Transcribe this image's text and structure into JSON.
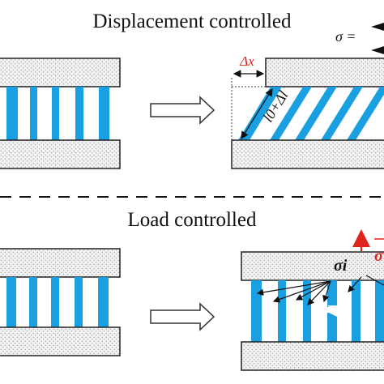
{
  "sections": {
    "top_title": "Displacement controlled",
    "bottom_title": "Load controlled"
  },
  "annotations": {
    "delta_x": "Δx",
    "length": "l0+Δl",
    "sigma_vec": "σ =",
    "sigma_i": "σi"
  },
  "colors": {
    "fiber": "#1aa0e0",
    "plate_fill": "#e9e9e9",
    "plate_stroke": "#222222",
    "accent_red": "#e0231c"
  },
  "icons": {
    "process_arrow": "hollow-right-arrow",
    "load_arrow": "red-up-arrow"
  }
}
